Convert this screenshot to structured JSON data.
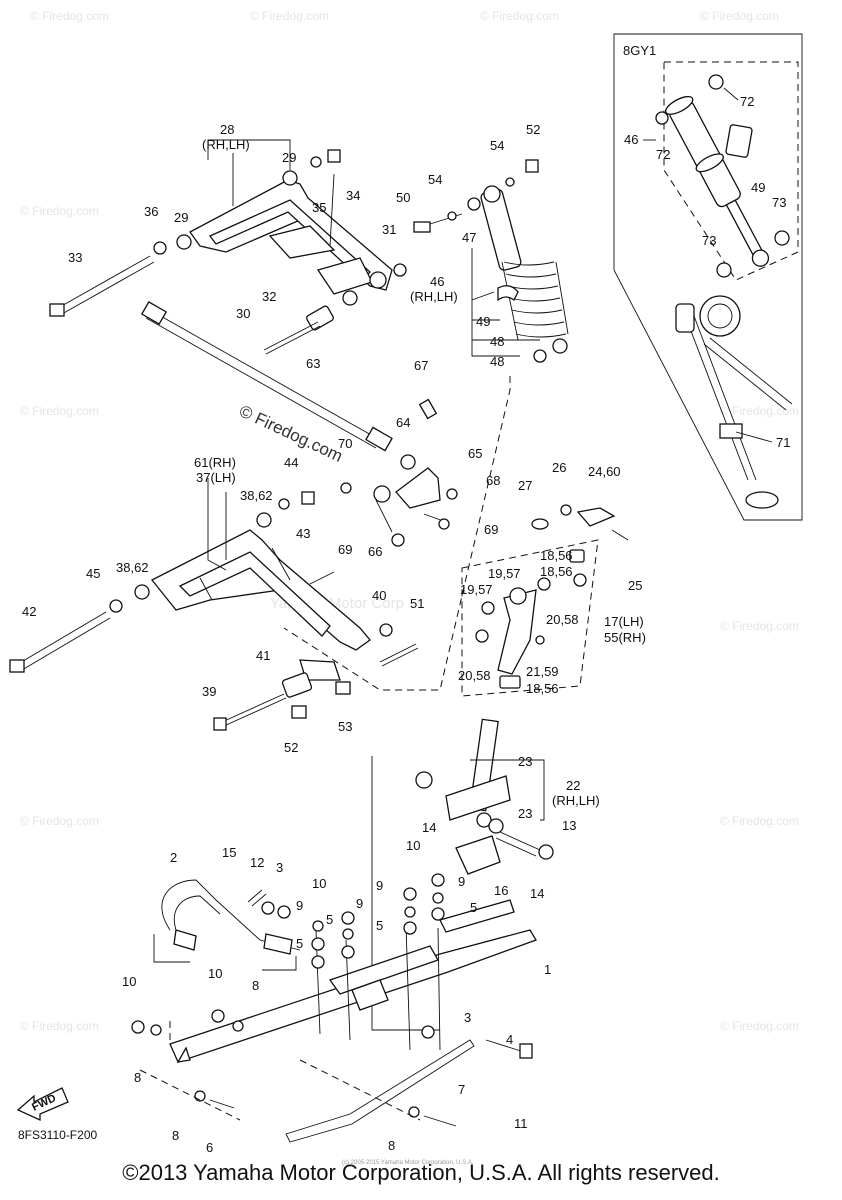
{
  "watermarks": {
    "brand": "© Firedog.com",
    "center_large": "© Firedog.com",
    "center_mark": "Yamaha Motor Corp"
  },
  "inset": {
    "label": "8GY1"
  },
  "callouts": {
    "c28": "28",
    "c28b": "(RH,LH)",
    "c29a": "29",
    "c29b": "29",
    "c35": "35",
    "c34": "34",
    "c36": "36",
    "c33": "33",
    "c31": "31",
    "c32": "32",
    "c30": "30",
    "c50": "50",
    "c54a": "54",
    "c54b": "54",
    "c52a": "52",
    "c47": "47",
    "c46": "46",
    "c46b": "(RH,LH)",
    "c49": "49",
    "c48a": "48",
    "c48b": "48",
    "c63": "63",
    "c67": "67",
    "c64": "64",
    "c65": "65",
    "c70": "70",
    "c68": "68",
    "c66": "66",
    "c69a": "69",
    "c69b": "69",
    "c61": "61(RH)",
    "c37": "37(LH)",
    "c44": "44",
    "c3862a": "38,62",
    "c43": "43",
    "c3862b": "38,62",
    "c45": "45",
    "c42": "42",
    "c40": "40",
    "c51": "51",
    "c41": "41",
    "c39": "39",
    "c52b": "52",
    "c53": "53",
    "c26": "26",
    "c2460": "24,60",
    "c27": "27",
    "c25": "25",
    "c1856a": "18,56",
    "c1957a": "19,57",
    "c1957b": "19,57",
    "c2058a": "20,58",
    "c17": "17(LH)",
    "c55": "55(RH)",
    "c2159": "21,59",
    "c2058b": "20,58",
    "c1856b": "18,56",
    "c23a": "23",
    "c22": "22",
    "c22b": "(RH,LH)",
    "c23b": "23",
    "c14a": "14",
    "c13": "13",
    "c14b": "14",
    "c16": "16",
    "c2": "2",
    "c15": "15",
    "c12": "12",
    "c3a": "3",
    "c10a": "10",
    "c10b": "10",
    "c9a": "9",
    "c9b": "9",
    "c9c": "9",
    "c9d": "9",
    "c5a": "5",
    "c5b": "5",
    "c5c": "5",
    "c5d": "5",
    "c1": "1",
    "c3b": "3",
    "c4": "4",
    "c10c": "10",
    "c10d": "10",
    "c8a": "8",
    "c8b": "8",
    "c8c": "8",
    "c8d": "8",
    "c6": "6",
    "c7": "7",
    "c11": "11",
    "i46": "46",
    "i72a": "72",
    "i72b": "72",
    "i49": "49",
    "i73a": "73",
    "i73b": "73",
    "i71": "71"
  },
  "fwd_label": "FWD",
  "diagram_code": "8FS3110-F200",
  "small_print": "(c) 2005-2015 Yamaha Motor Corporation, U.S.A.",
  "copyright": "©2013 Yamaha Motor Corporation, U.S.A. All rights reserved."
}
